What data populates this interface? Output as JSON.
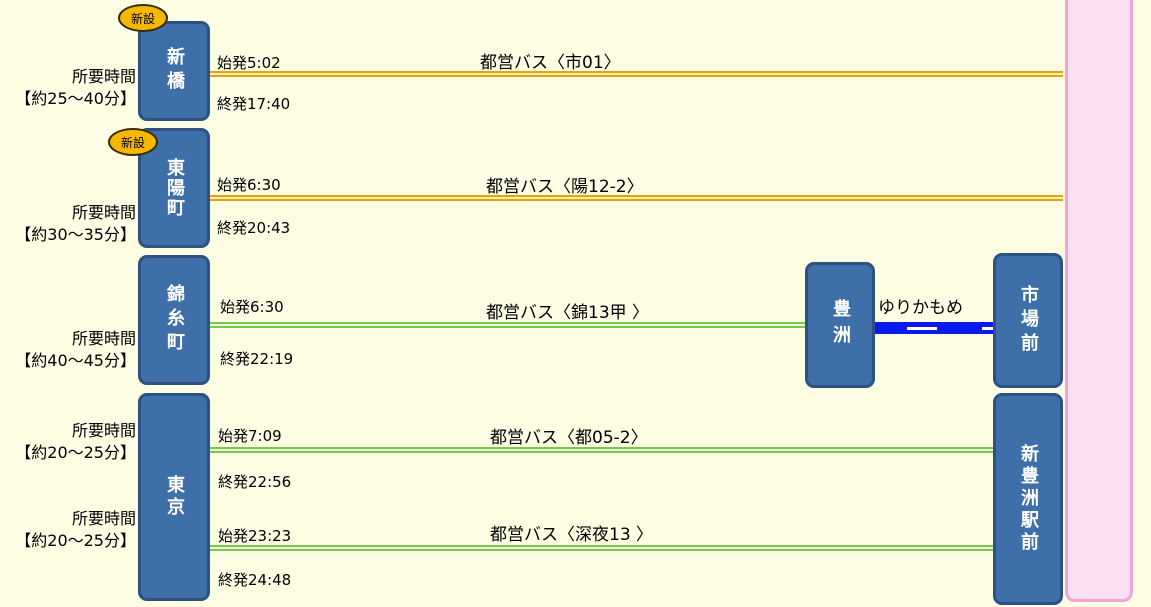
{
  "routes": [
    {
      "station": "新橋",
      "badge": "新設",
      "first": "始発5:02",
      "last": "終発17:40",
      "bus": "都営バス〈市01〉",
      "dur_line1": "所要時間",
      "dur_line2": "【約25〜40分】"
    },
    {
      "station": "東陽町",
      "badge": "新設",
      "first": "始発6:30",
      "last": "終発20:43",
      "bus": "都営バス〈陽12-2〉",
      "dur_line1": "所要時間",
      "dur_line2": "【約30〜35分】"
    },
    {
      "station": "錦糸町",
      "first": "始発6:30",
      "last": "終発22:19",
      "bus": "都営バス〈錦13甲 〉",
      "dur_line1": "所要時間",
      "dur_line2": "【約40〜45分】"
    },
    {
      "station": "東京",
      "first": "始発7:09",
      "last": "終発22:56",
      "bus": "都営バス〈都05-2〉",
      "dur_line1": "所要時間",
      "dur_line2": "【約20〜25分】"
    },
    {
      "first": "始発23:23",
      "last": "終発24:48",
      "bus": "都営バス〈深夜13 〉",
      "dur_line1": "所要時間",
      "dur_line2": "【約20〜25分】"
    }
  ],
  "toyosu": "豊洲",
  "yurikamome": "ゆりかもめ",
  "shijomae": "市場前",
  "shintoyosu": "新豊洲駅前",
  "colors": {
    "station": "#3e6fa8",
    "orange_line": "#f0a000",
    "green_line": "#78c850",
    "yurikamome": "#0a1aef",
    "badge": "#f5b800",
    "pink_panel": "#fbe0f4"
  }
}
